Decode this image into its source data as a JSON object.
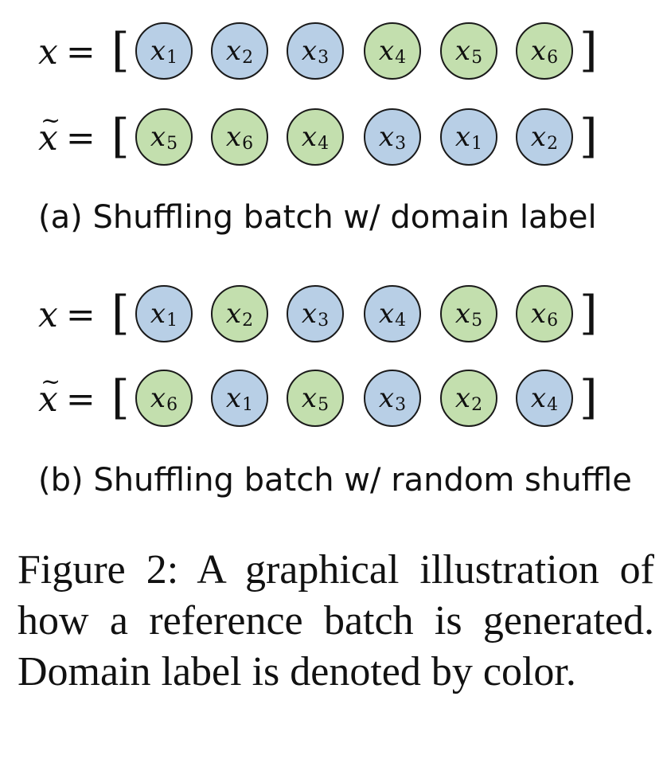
{
  "colors": {
    "domain_a": "#b8cfe6",
    "domain_b": "#c3dfae",
    "stroke": "#1a1a1a"
  },
  "panels": [
    {
      "rows": [
        {
          "lhs_var": "x",
          "tilde": false,
          "items": [
            {
              "var": "x",
              "sub": "1",
              "domain": "a"
            },
            {
              "var": "x",
              "sub": "2",
              "domain": "a"
            },
            {
              "var": "x",
              "sub": "3",
              "domain": "a"
            },
            {
              "var": "x",
              "sub": "4",
              "domain": "b"
            },
            {
              "var": "x",
              "sub": "5",
              "domain": "b"
            },
            {
              "var": "x",
              "sub": "6",
              "domain": "b"
            }
          ]
        },
        {
          "lhs_var": "x",
          "tilde": true,
          "items": [
            {
              "var": "x",
              "sub": "5",
              "domain": "b"
            },
            {
              "var": "x",
              "sub": "6",
              "domain": "b"
            },
            {
              "var": "x",
              "sub": "4",
              "domain": "b"
            },
            {
              "var": "x",
              "sub": "3",
              "domain": "a"
            },
            {
              "var": "x",
              "sub": "1",
              "domain": "a"
            },
            {
              "var": "x",
              "sub": "2",
              "domain": "a"
            }
          ]
        }
      ],
      "caption": "(a) Shuffling batch w/ domain label"
    },
    {
      "rows": [
        {
          "lhs_var": "x",
          "tilde": false,
          "items": [
            {
              "var": "x",
              "sub": "1",
              "domain": "a"
            },
            {
              "var": "x",
              "sub": "2",
              "domain": "b"
            },
            {
              "var": "x",
              "sub": "3",
              "domain": "a"
            },
            {
              "var": "x",
              "sub": "4",
              "domain": "a"
            },
            {
              "var": "x",
              "sub": "5",
              "domain": "b"
            },
            {
              "var": "x",
              "sub": "6",
              "domain": "b"
            }
          ]
        },
        {
          "lhs_var": "x",
          "tilde": true,
          "items": [
            {
              "var": "x",
              "sub": "6",
              "domain": "b"
            },
            {
              "var": "x",
              "sub": "1",
              "domain": "a"
            },
            {
              "var": "x",
              "sub": "5",
              "domain": "b"
            },
            {
              "var": "x",
              "sub": "3",
              "domain": "a"
            },
            {
              "var": "x",
              "sub": "2",
              "domain": "b"
            },
            {
              "var": "x",
              "sub": "4",
              "domain": "a"
            }
          ]
        }
      ],
      "caption": "(b) Shuffling batch w/ random shuffle"
    }
  ],
  "equals_sign": "=",
  "open_bracket": "[",
  "close_bracket": "]",
  "figure_caption": "Figure 2: A graphical illustration of how a reference batch is generated. Domain label is denoted by color."
}
